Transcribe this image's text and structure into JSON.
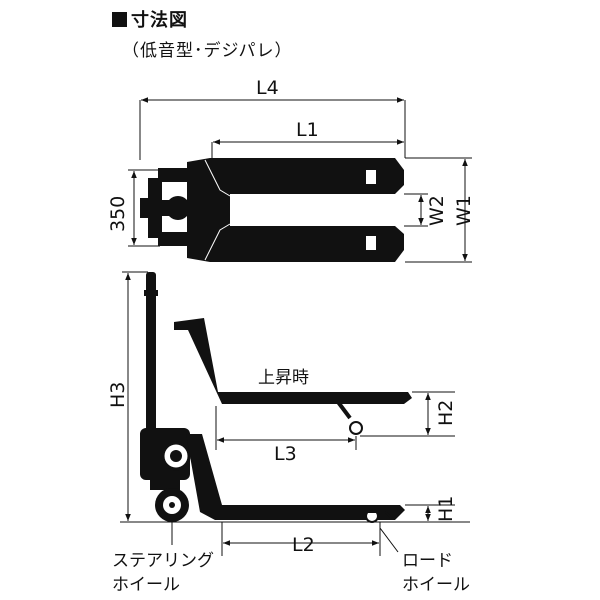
{
  "title": "寸法図",
  "subtitle": "（低音型･デジパレ）",
  "dimensions": {
    "L4": "L4",
    "L1": "L1",
    "W1": "W1",
    "W2": "W2",
    "width_350": "350",
    "H3": "H3",
    "H2": "H2",
    "L3": "L3",
    "H1": "H1",
    "L2": "L2"
  },
  "annotations": {
    "raised": "上昇時",
    "steering_wheel_line1": "ステアリング",
    "steering_wheel_line2": "ホイール",
    "load_wheel_line1": "ロード",
    "load_wheel_line2": "ホイール"
  }
}
